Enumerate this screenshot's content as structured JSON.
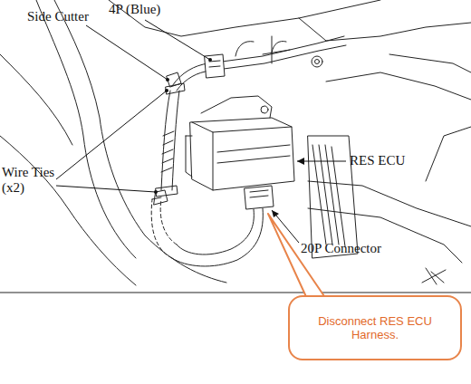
{
  "diagram": {
    "nodes": [
      {
        "text": [
          "Disconnect RES ECU Harness."
        ]
      }
    ],
    "labels": [
      "Side Cutter",
      "4P (Blue)",
      "Wire Ties (x2)",
      "RES ECU",
      "20P Connector"
    ]
  }
}
